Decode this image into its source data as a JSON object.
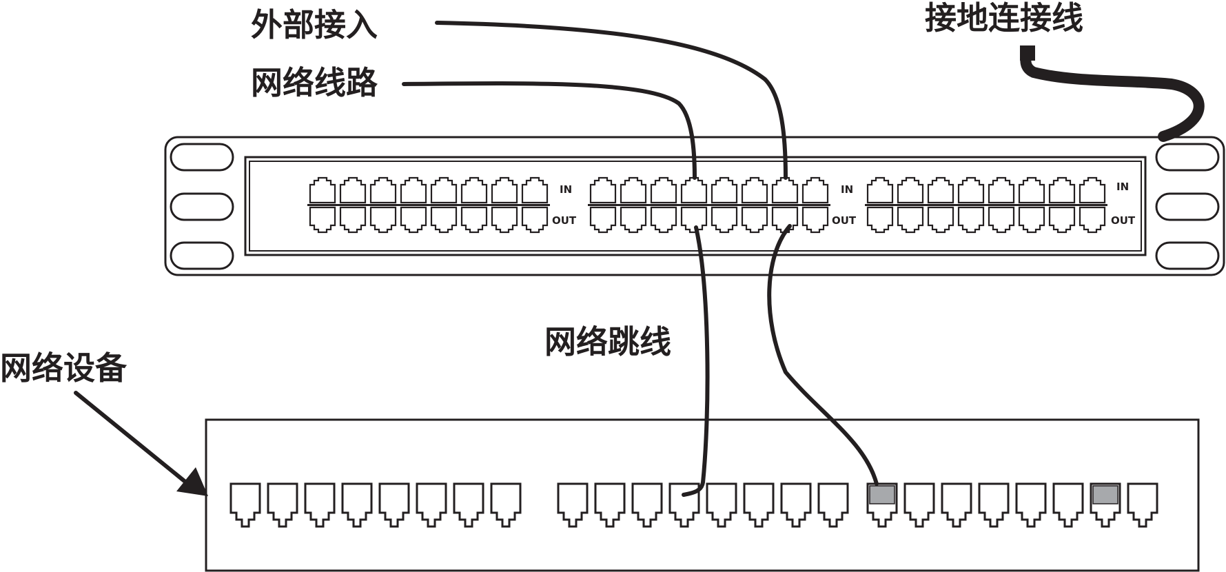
{
  "labels": {
    "external_access": "外部接入",
    "network_line": "网络线路",
    "ground_wire": "接地连接线",
    "patch_cord": "网络跳线",
    "network_device": "网络设备"
  },
  "patch_panel": {
    "groups": [
      {
        "in_label": "IN",
        "out_label": "OUT",
        "ports_per_row": 8
      },
      {
        "in_label": "IN",
        "out_label": "OUT",
        "ports_per_row": 8
      },
      {
        "in_label": "IN",
        "out_label": "OUT",
        "ports_per_row": 8
      }
    ]
  },
  "switch": {
    "port_groups": [
      8,
      8,
      8
    ],
    "active_port_color": "#a7a9ac",
    "active_ports": [
      16,
      22
    ]
  },
  "colors": {
    "line": "#231f20",
    "background": "#ffffff",
    "led": "#a7a9ac"
  }
}
